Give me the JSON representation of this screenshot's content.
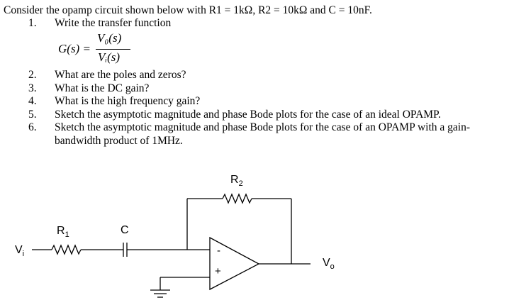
{
  "problem": {
    "intro": "Consider the opamp circuit shown below with R1 = 1kΩ, R2 = 10kΩ and C = 10nF.",
    "item1": {
      "num": "1.",
      "text": "Write the transfer function"
    },
    "formula": {
      "lhs": "G(s) =",
      "numerator": "V₀(s)",
      "denominator": "Vᵢ(s)"
    },
    "items": [
      {
        "num": "2.",
        "text": "What are the poles and zeros?"
      },
      {
        "num": "3.",
        "text": "What is the DC gain?"
      },
      {
        "num": "4.",
        "text": "What is the high frequency gain?"
      },
      {
        "num": "5.",
        "text": "Sketch the asymptotic magnitude and phase Bode plots for the case of an ideal OPAMP."
      },
      {
        "num": "6.",
        "text": "Sketch the asymptotic magnitude and phase Bode plots for the case of an OPAMP with a gain-bandwidth product of 1MHz."
      }
    ]
  },
  "circuit": {
    "r2_label": "R",
    "r2_sub": "2",
    "r1_label": "R",
    "r1_sub": "1",
    "c_label": "C",
    "vi_label": "V",
    "vi_sub": "i",
    "vo_label": "V",
    "vo_sub": "o",
    "minus_sign": "-",
    "plus_sign": "+"
  }
}
